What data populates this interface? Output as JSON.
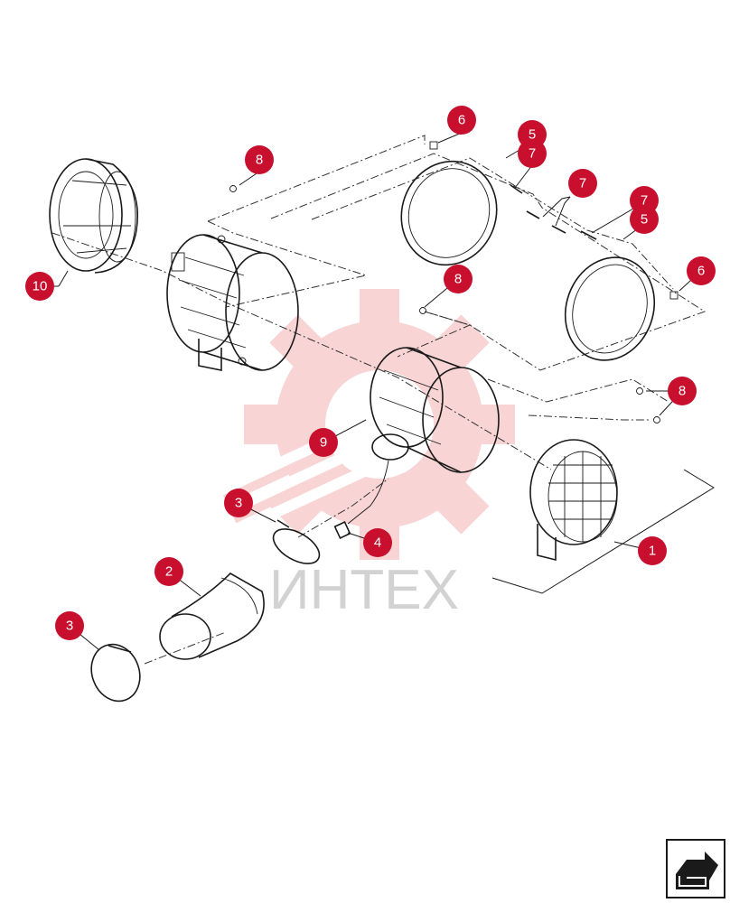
{
  "diagram": {
    "watermark_text": "ИНТЕХ",
    "callouts": {
      "c1": "1",
      "c2": "2",
      "c3a": "3",
      "c3b": "3",
      "c4": "4",
      "c5a": "5",
      "c5b": "5",
      "c6a": "6",
      "c6b": "6",
      "c7a": "7",
      "c7b": "7",
      "c7c": "7",
      "c8a": "8",
      "c8b": "8",
      "c8c": "8",
      "c9": "9",
      "c10": "10"
    },
    "colors": {
      "callout": "#c8102e",
      "watermark": "#f3b1b1"
    },
    "nav_icon": "next-page-arrow-icon"
  }
}
